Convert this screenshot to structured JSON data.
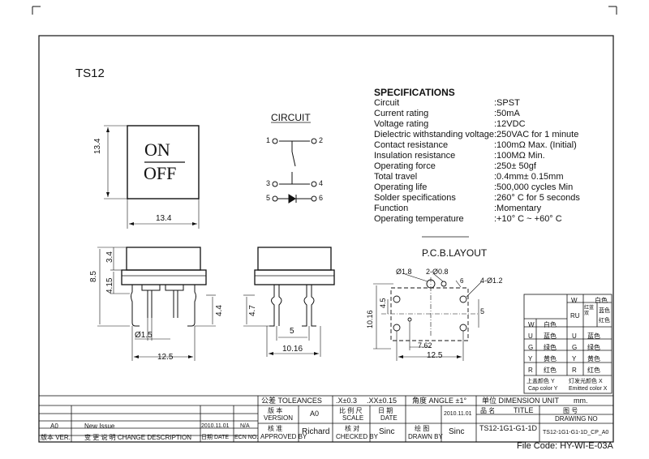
{
  "title": "TS12",
  "specifications": {
    "heading": "SPECIFICATIONS",
    "rows": [
      {
        "label": "Circuit",
        "value": ":SPST"
      },
      {
        "label": "Current rating",
        "value": ":50mA"
      },
      {
        "label": "Voltage rating",
        "value": ":12VDC"
      },
      {
        "label": "Dielectric withstanding voltage",
        "value": ":250VAC for 1 minute"
      },
      {
        "label": "Contact resistance",
        "value": ":100mΩ  Max. (Initial)"
      },
      {
        "label": "Insulation resistance",
        "value": ":100MΩ  Min."
      },
      {
        "label": "Operating force",
        "value": ":250± 50gf"
      },
      {
        "label": "Total travel",
        "value": ":0.4mm± 0.15mm"
      },
      {
        "label": "Operating life",
        "value": ":500,000 cycles Min"
      },
      {
        "label": "Solder specifications",
        "value": ":260° C for 5 seconds"
      },
      {
        "label": "Function",
        "value": ":Momentary"
      },
      {
        "label": "Operating temperature",
        "value": ":+10° C ~ +60° C"
      }
    ]
  },
  "circuit": {
    "label": "CIRCUIT",
    "pins": [
      "1",
      "2",
      "3",
      "4",
      "5",
      "6"
    ]
  },
  "pcb_layout": {
    "label": "P.C.B.LAYOUT",
    "dims": {
      "d18": "Ø1.8",
      "d08": "2-Ø0.8",
      "d12": "4-Ø1.2",
      "six": "6",
      "v45": "4.5",
      "h5": "5",
      "v1016": "10.16",
      "h762": "7.62",
      "h125": "12.5"
    }
  },
  "top_view": {
    "cap_text_top": "ON",
    "cap_text_bottom": "OFF",
    "dim_side": "13.4",
    "dim_bottom": "13.4"
  },
  "front_view": {
    "dims": {
      "d34": "3.4",
      "d85": "8.5",
      "d415": "4.15",
      "d44": "4.4",
      "d15": "Ø1.5",
      "d125": "12.5"
    }
  },
  "side_view": {
    "dims": {
      "d47": "4.7",
      "d5": "5",
      "d1016": "10.16"
    }
  },
  "color_table": {
    "w": "W",
    "ru": "RU",
    "cells": {
      "white": "白色",
      "red_blue": "红蓝双",
      "blue": "蓝色",
      "green": "绿色",
      "yellow": "黄色",
      "red": "红色"
    },
    "left_rows": [
      {
        "code": "W",
        "name": "白色"
      },
      {
        "code": "U",
        "name": "蓝色"
      },
      {
        "code": "G",
        "name": "绿色"
      },
      {
        "code": "Y",
        "name": "黄色"
      },
      {
        "code": "R",
        "name": "红色"
      }
    ],
    "right_rows": [
      {
        "code": "U",
        "name": "蓝色"
      },
      {
        "code": "G",
        "name": "绿色"
      },
      {
        "code": "Y",
        "name": "黄色"
      },
      {
        "code": "R",
        "name": "红色"
      }
    ],
    "cap_color_cn": "上盖颜色  Y",
    "cap_color_en": "Cap color Y",
    "emit_color_cn": "灯发光颜色  X",
    "emit_color_en": "Emitted color X"
  },
  "title_block": {
    "tolerance_cn": "公差 TOLEANCES",
    "tol_x": ".X±0.3",
    "tol_xx": ".XX±0.15",
    "angle": "角度 ANGLE ±1°",
    "unit_cn": "单位  DIMENSION UNIT",
    "unit": "mm.",
    "version_cn": "版  本",
    "version_en": "VERSION",
    "version": "A0",
    "scale_cn": "比 例 尺",
    "scale_en": "SCALE",
    "date_cn": "日  期",
    "date_en": "DATE",
    "date": "2010.11.01",
    "name_cn": "品  名",
    "title_label": "TITLE",
    "drawing_no_cn": "图  号",
    "drawing_no_en": "DRAWING NO",
    "approved_cn": "核  准",
    "approved_en": "APPROVED BY",
    "approved_by": "Richard",
    "checked_cn": "核  对",
    "checked_en": "CHECKED BY",
    "checked_by": "Sinc",
    "drawn_cn": "绘  图",
    "drawn_en": "DRAWN BY",
    "drawn_by": "Sinc",
    "part_title": "TS12-1G1-G1-1D",
    "drawing_no": "TS12-1G1-G1-1D_CP_A0",
    "rev_version": "A0",
    "rev_desc": "New Issue",
    "rev_date": "2010.11.01",
    "rev_ecn": "N/A",
    "hdr_version": "版本 VER.",
    "hdr_desc": "变 更 说 明  CHANGE DESCRIPTION",
    "hdr_date": "日期 DATE",
    "hdr_ecn": "ECN NO.",
    "file_code": "File Code: HY-WI-E-03A"
  }
}
